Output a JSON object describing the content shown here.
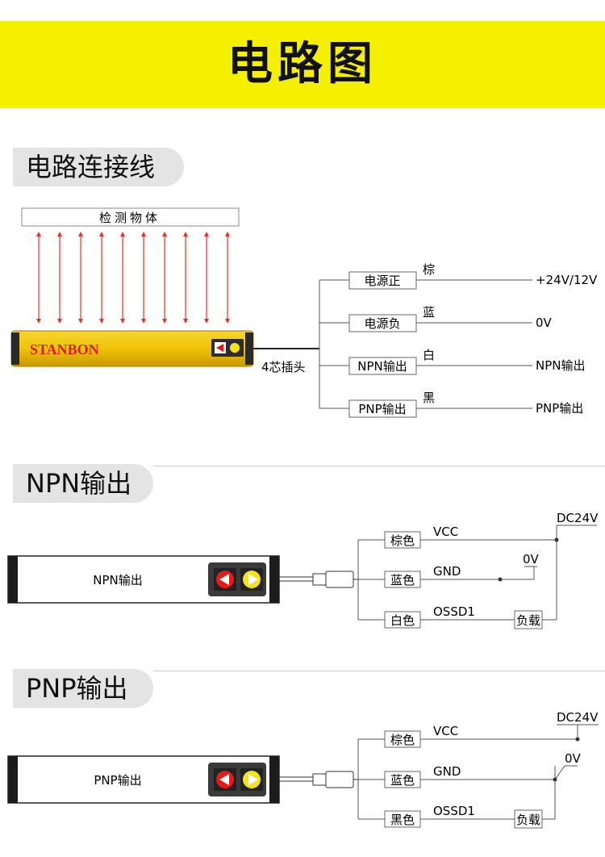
{
  "banner": {
    "title": "电路图"
  },
  "section1": {
    "heading": "电路连接线",
    "detect_object": "检测物体",
    "brand": "STANBON",
    "connector": "4芯插头",
    "wires": [
      {
        "label": "电源正",
        "color": "棕",
        "target": "+24V/12V"
      },
      {
        "label": "电源负",
        "color": "蓝",
        "target": "0V"
      },
      {
        "label": "NPN输出",
        "color": "白",
        "target": "NPN输出"
      },
      {
        "label": "PNP输出",
        "color": "黑",
        "target": "PNP输出"
      }
    ]
  },
  "section2": {
    "heading": "NPN输出",
    "device_label": "NPN输出",
    "wires": [
      {
        "label": "棕色",
        "signal": "VCC"
      },
      {
        "label": "蓝色",
        "signal": "GND"
      },
      {
        "label": "白色",
        "signal": "OSSD1"
      }
    ],
    "supply": "DC24V",
    "ground": "0V",
    "load": "负载"
  },
  "section3": {
    "heading": "PNP输出",
    "device_label": "PNP输出",
    "wires": [
      {
        "label": "棕色",
        "signal": "VCC"
      },
      {
        "label": "蓝色",
        "signal": "GND"
      },
      {
        "label": "黑色",
        "signal": "OSSD1"
      }
    ],
    "supply": "DC24V",
    "ground": "0V",
    "load": "负载"
  },
  "colors": {
    "banner": "#f4f000",
    "beam": "#e8322c",
    "device": "#f0c20a",
    "led_red": "#e31b1b",
    "led_yellow": "#f5e31a"
  }
}
